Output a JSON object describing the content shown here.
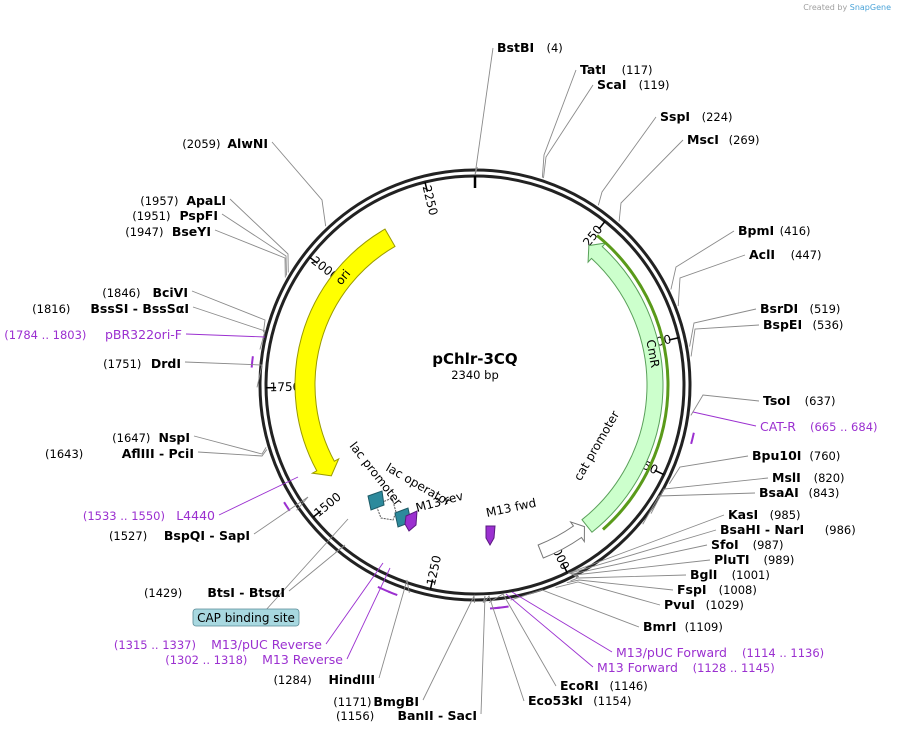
{
  "credit": {
    "prefix": "Created by",
    "brand": "SnapGene"
  },
  "map": {
    "name": "pChlr-3CQ",
    "length_label": "2340 bp",
    "length": 2340
  },
  "ticks": [
    {
      "pos": 250,
      "label": "250"
    },
    {
      "pos": 500,
      "label": "500"
    },
    {
      "pos": 750,
      "label": "750"
    },
    {
      "pos": 1000,
      "label": "1000"
    },
    {
      "pos": 1250,
      "label": "1250"
    },
    {
      "pos": 1500,
      "label": "1500"
    },
    {
      "pos": 1750,
      "label": "1750"
    },
    {
      "pos": 2000,
      "label": "2000"
    },
    {
      "pos": 2250,
      "label": "2250"
    }
  ],
  "sites_right": [
    {
      "name": "BstBI",
      "pos": 4,
      "pos_label": "(4)"
    },
    {
      "name": "TatI",
      "pos": 117,
      "pos_label": "(117)"
    },
    {
      "name": "ScaI",
      "pos": 119,
      "pos_label": "(119)"
    },
    {
      "name": "SspI",
      "pos": 224,
      "pos_label": "(224)"
    },
    {
      "name": "MscI",
      "pos": 269,
      "pos_label": "(269)"
    },
    {
      "name": "BpmI",
      "pos": 416,
      "pos_label": "(416)"
    },
    {
      "name": "AclI",
      "pos": 447,
      "pos_label": "(447)"
    },
    {
      "name": "BsrDI",
      "pos": 519,
      "pos_label": "(519)"
    },
    {
      "name": "BspEI",
      "pos": 536,
      "pos_label": "(536)"
    },
    {
      "name": "TsoI",
      "pos": 637,
      "pos_label": "(637)"
    },
    {
      "name": "Bpu10I",
      "pos": 760,
      "pos_label": "(760)"
    },
    {
      "name": "MslI",
      "pos": 820,
      "pos_label": "(820)"
    },
    {
      "name": "BsaAI",
      "pos": 843,
      "pos_label": "(843)"
    },
    {
      "name": "KasI",
      "pos": 985,
      "pos_label": "(985)"
    },
    {
      "name": "BsaHI - NarI",
      "pos": 986,
      "pos_label": "(986)"
    },
    {
      "name": "SfoI",
      "pos": 987,
      "pos_label": "(987)"
    },
    {
      "name": "PluTI",
      "pos": 989,
      "pos_label": "(989)"
    },
    {
      "name": "BglI",
      "pos": 1001,
      "pos_label": "(1001)"
    },
    {
      "name": "FspI",
      "pos": 1008,
      "pos_label": "(1008)"
    },
    {
      "name": "PvuI",
      "pos": 1029,
      "pos_label": "(1029)"
    },
    {
      "name": "BmrI",
      "pos": 1109,
      "pos_label": "(1109)"
    },
    {
      "name": "EcoRI",
      "pos": 1146,
      "pos_label": "(1146)"
    },
    {
      "name": "Eco53kI",
      "pos": 1154,
      "pos_label": "(1154)"
    }
  ],
  "sites_left": [
    {
      "name": "SacI",
      "pos": 1156,
      "pos_label": "(1156)",
      "combo": "BanII - SacI"
    },
    {
      "name": "BmgBI",
      "pos": 1171,
      "pos_label": "(1171)"
    },
    {
      "name": "HindIII",
      "pos": 1284,
      "pos_label": "(1284)"
    },
    {
      "name": "BtsI - BtsαI",
      "pos": 1429,
      "pos_label": "(1429)"
    },
    {
      "name": "BspQI - SapI",
      "pos": 1527,
      "pos_label": "(1527)"
    },
    {
      "name": "AflIII - PciI",
      "pos": 1643,
      "pos_label": "(1643)"
    },
    {
      "name": "NspI",
      "pos": 1647,
      "pos_label": "(1647)"
    },
    {
      "name": "DrdI",
      "pos": 1751,
      "pos_label": "(1751)"
    },
    {
      "name": "BssSI - BssSαI",
      "pos": 1816,
      "pos_label": "(1816)"
    },
    {
      "name": "BciVI",
      "pos": 1846,
      "pos_label": "(1846)"
    },
    {
      "name": "BseYI",
      "pos": 1947,
      "pos_label": "(1947)"
    },
    {
      "name": "PspFI",
      "pos": 1951,
      "pos_label": "(1951)"
    },
    {
      "name": "ApaLI",
      "pos": 1957,
      "pos_label": "(1957)"
    },
    {
      "name": "AlwNI",
      "pos": 2059,
      "pos_label": "(2059)"
    }
  ],
  "features_primer": [
    {
      "name": "CAT-R",
      "range": "(665 .. 684)",
      "start": 665,
      "end": 684
    },
    {
      "name": "M13/pUC Forward",
      "range": "(1114 .. 1136)",
      "start": 1114,
      "end": 1136
    },
    {
      "name": "M13 Forward",
      "range": "(1128 .. 1145)",
      "start": 1128,
      "end": 1145
    },
    {
      "name": "M13/pUC Reverse",
      "range": "(1315 .. 1337)",
      "start": 1315,
      "end": 1337
    },
    {
      "name": "M13 Reverse",
      "range": "(1302 .. 1318)",
      "start": 1302,
      "end": 1318
    },
    {
      "name": "L4440",
      "range": "(1533 .. 1550)",
      "start": 1533,
      "end": 1550
    },
    {
      "name": "pBR322ori-F",
      "range": "(1784 .. 1803)",
      "start": 1784,
      "end": 1803
    }
  ],
  "features_inner": [
    {
      "name": "CmR",
      "start": 260,
      "end": 920,
      "color": "#ccffcc",
      "stroke": "#5aa05a"
    },
    {
      "name": "cat promoter",
      "start": 920,
      "end": 1030,
      "color": "#ffffff",
      "stroke": "#777777"
    },
    {
      "name": "ori",
      "start": 1500,
      "end": 2140,
      "color": "#ffff00",
      "stroke": "#9a9a00"
    }
  ],
  "features_small": [
    {
      "name": "lac promoter",
      "color": "#ffffff"
    },
    {
      "name": "lac operator",
      "color": "#2d8a9c"
    },
    {
      "name": "M13 rev",
      "color": "#9b30d0"
    },
    {
      "name": "M13 fwd",
      "color": "#9b30d0"
    },
    {
      "name": "CAP binding site",
      "color": "#2d8a9c"
    }
  ],
  "colors": {
    "backbone": "#222222",
    "primer": "#9b30d0",
    "lead": "#8a8a8a",
    "cap_box": "#a8d8e0"
  }
}
